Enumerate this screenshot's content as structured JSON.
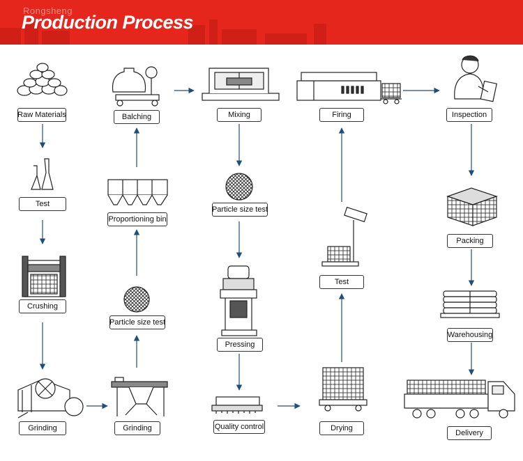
{
  "header": {
    "brand": "Rongsheng",
    "title": "Production Process"
  },
  "steps": {
    "raw_materials": "Raw Materials",
    "test1": "Test",
    "crushing": "Crushing",
    "grinding1": "Grinding",
    "grinding2": "Grinding",
    "particle1": "Particle size test",
    "proportioning": "Proportioning bin",
    "balching": "Balching",
    "mixing": "Mixing",
    "particle2": "Particle size test",
    "pressing": "Pressing",
    "quality": "Quality control",
    "drying": "Drying",
    "test2": "Test",
    "firing": "Firing",
    "inspection": "Inspection",
    "packing": "Packing",
    "warehousing": "Warehousing",
    "delivery": "Delivery"
  },
  "colors": {
    "header": "#e4261c",
    "arrow": "#1f4e7a"
  }
}
